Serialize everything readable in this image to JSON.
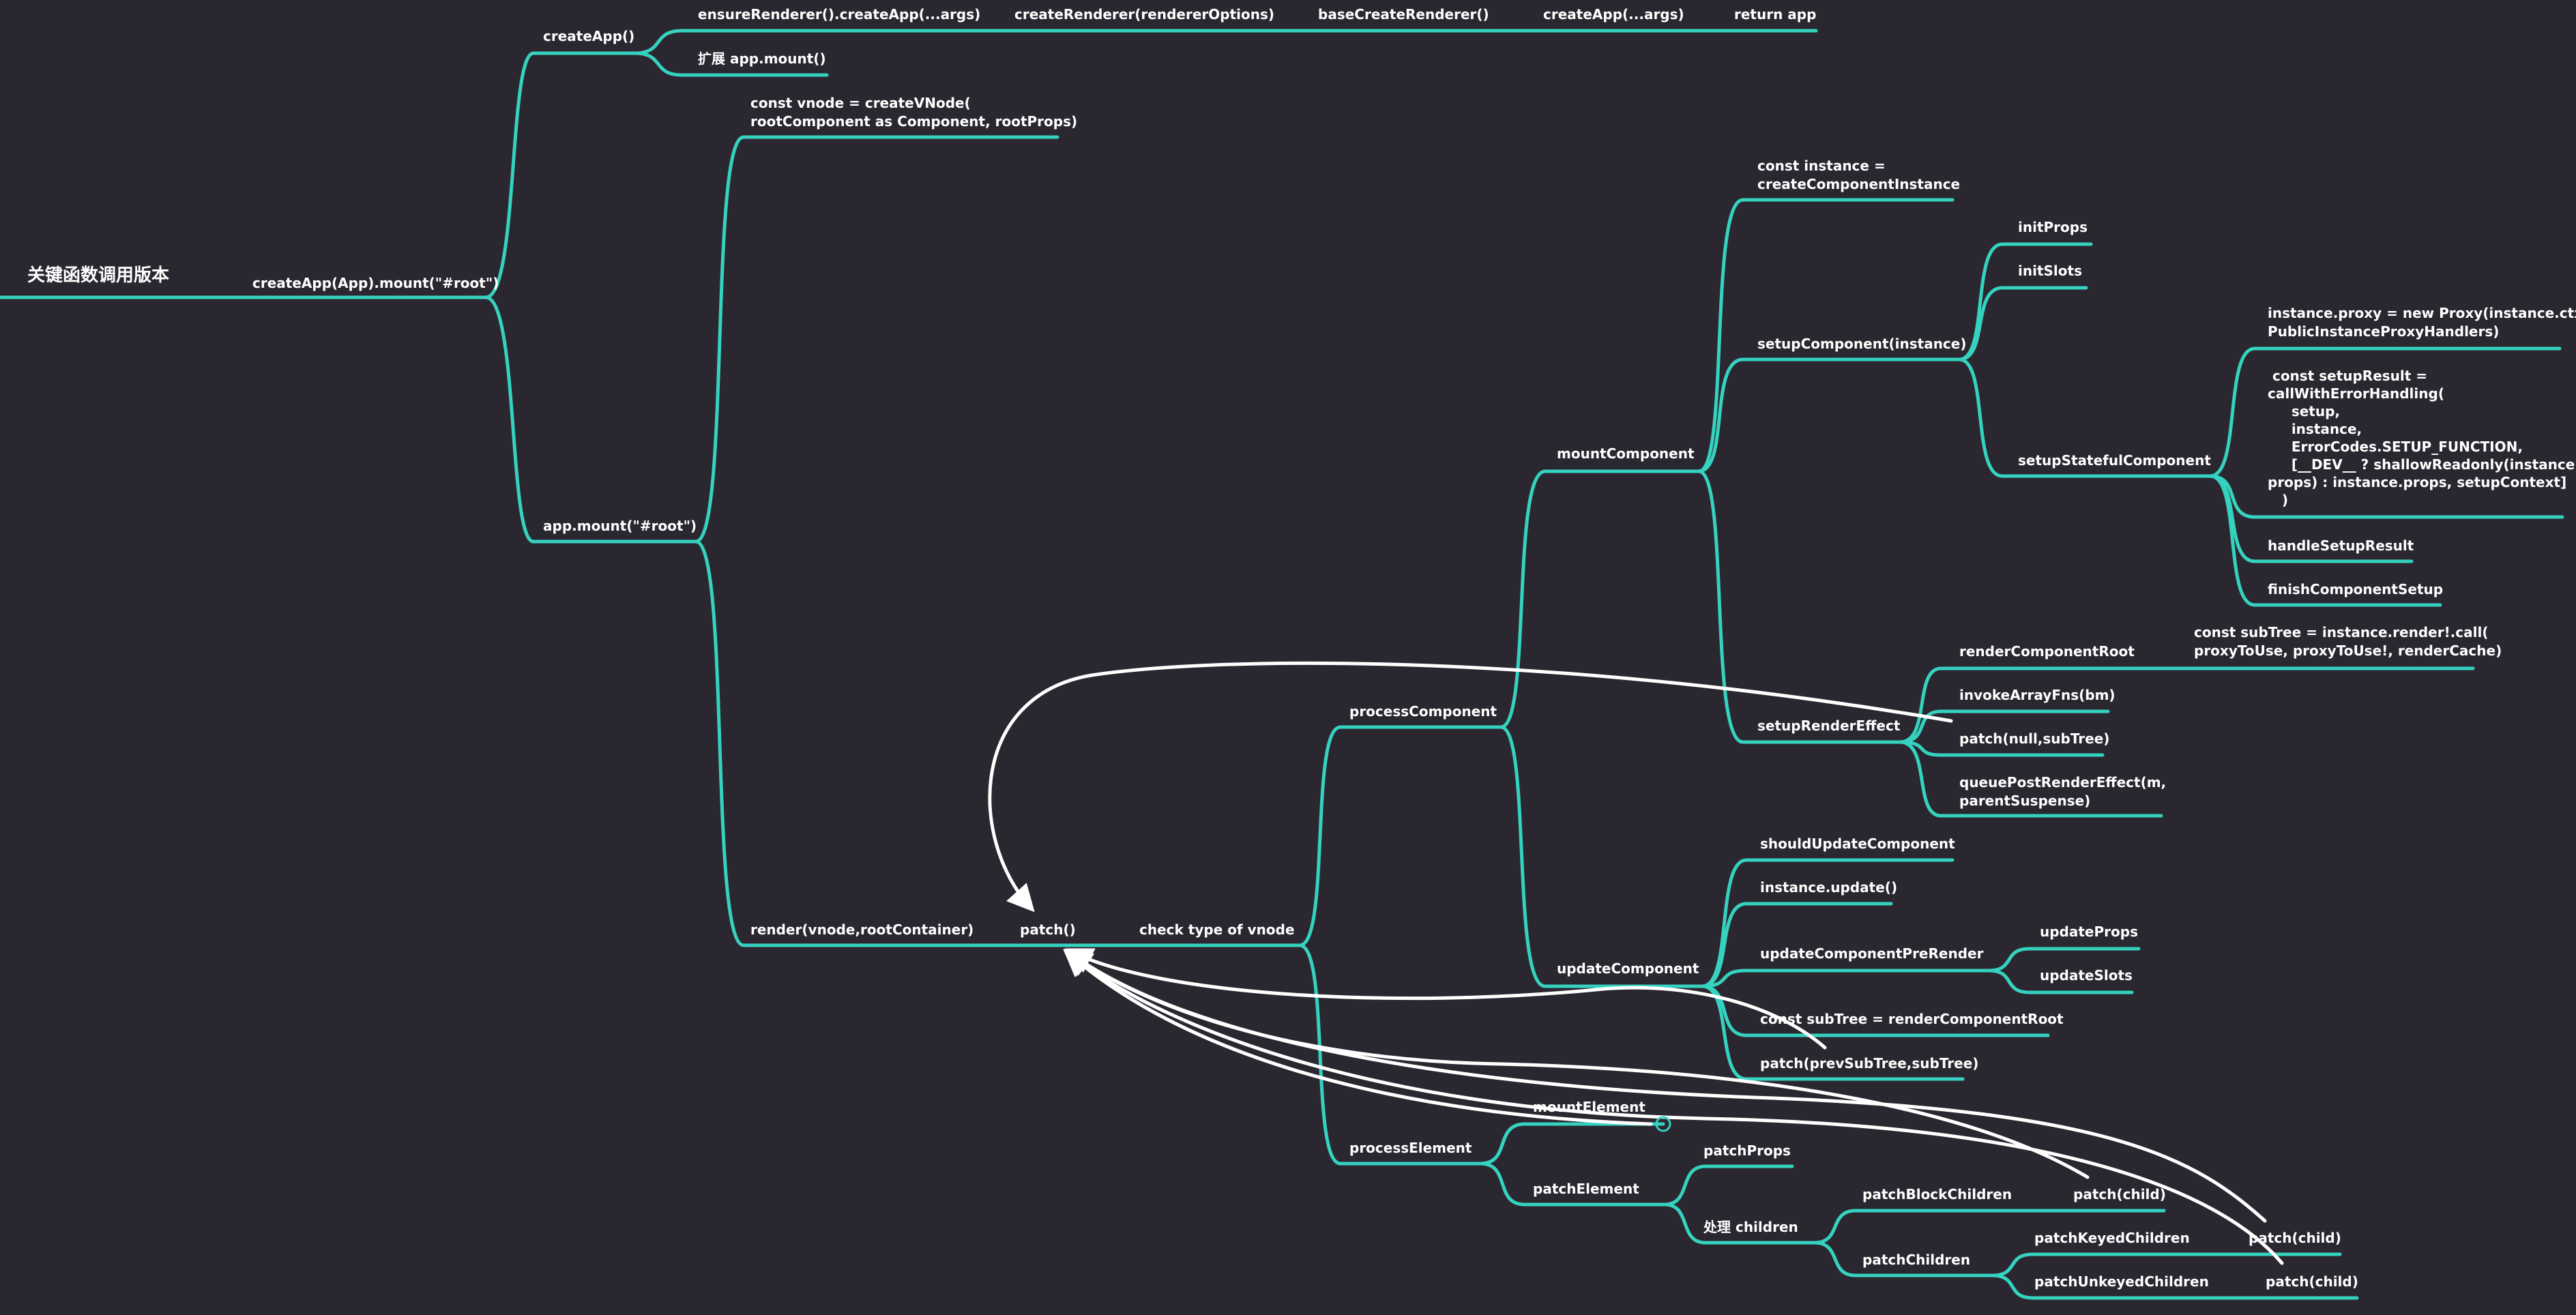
{
  "theme": {
    "background": "#2b2730",
    "line": "#35d2bf",
    "text": "#ffffff",
    "arrow": "#ffffff"
  },
  "root": {
    "title": "关键函数调用版本"
  },
  "nodes": {
    "createapp_mount": "createApp(App).mount(\"#root\")",
    "createapp": "createApp()",
    "ensure_renderer": "ensureRenderer().createApp(...args)",
    "create_renderer": "createRenderer(rendererOptions)",
    "base_create_renderer": "baseCreateRenderer()",
    "createapp_args": "createApp(...args)",
    "return_app": "return app",
    "extend_mount": "扩展 app.mount()",
    "app_mount": "app.mount(\"#root\")",
    "const_vnode": [
      "const vnode = createVNode(",
      "rootComponent as Component, rootProps)"
    ],
    "render": "render(vnode,rootContainer)",
    "patch": "patch()",
    "check_type": "check type of vnode",
    "process_component": "processComponent",
    "mount_component": "mountComponent",
    "const_instance": [
      "const instance =",
      "createComponentInstance"
    ],
    "setup_component": "setupComponent(instance)",
    "init_props": "initProps",
    "init_slots": "initSlots",
    "setup_stateful": "setupStatefulComponent",
    "instance_proxy": [
      "instance.proxy = new Proxy(instance.ctx,",
      "PublicInstanceProxyHandlers)"
    ],
    "setup_result": [
      " const setupResult =",
      "callWithErrorHandling(",
      "     setup,",
      "     instance,",
      "     ErrorCodes.SETUP_FUNCTION,",
      "     [__DEV__ ? shallowReadonly(instance.",
      "props) : instance.props, setupContext]",
      "   )"
    ],
    "handle_setup_result": "handleSetupResult",
    "finish_component_setup": "finishComponentSetup",
    "setup_render_effect": "setupRenderEffect",
    "render_component_root": "renderComponentRoot",
    "const_subtree": [
      "const subTree = instance.render!.call(",
      "proxyToUse, proxyToUse!, renderCache)"
    ],
    "invoke_array_fns": "invokeArrayFns(bm)",
    "patch_null_subtree": "patch(null,subTree)",
    "queue_post_render": [
      "queuePostRenderEffect(m,",
      "parentSuspense)"
    ],
    "update_component": "updateComponent",
    "should_update": "shouldUpdateComponent",
    "instance_update": "instance.update()",
    "update_pre_render": "updateComponentPreRender",
    "update_props": "updateProps",
    "update_slots": "updateSlots",
    "const_subtree_render": "const subTree = renderComponentRoot",
    "patch_prev_subtree": "patch(prevSubTree,subTree)",
    "process_element": "processElement",
    "mount_element": "mountElement",
    "patch_element": "patchElement",
    "patch_props": "patchProps",
    "handle_children": "处理 children",
    "patch_block_children": "patchBlockChildren",
    "patch_child_1": "patch(child)",
    "patch_children": "patchChildren",
    "patch_keyed_children": "patchKeyedChildren",
    "patch_child_2": "patch(child)",
    "patch_unkeyed_children": "patchUnkeyedChildren",
    "patch_child_3": "patch(child)"
  }
}
